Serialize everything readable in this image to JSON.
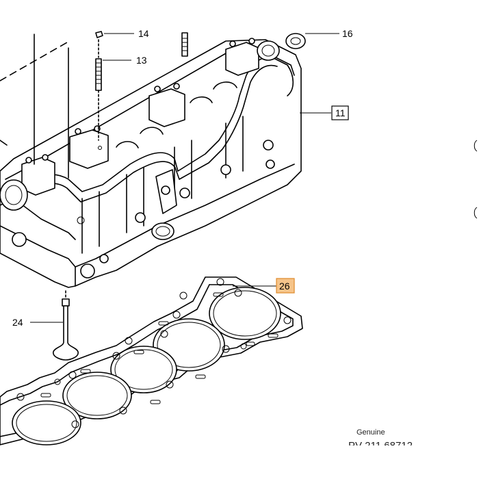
{
  "callouts": {
    "c14": "14",
    "c13": "13",
    "c16": "16",
    "c11": "11",
    "c24": "24",
    "c26": "26"
  },
  "footer": {
    "genuine": "Genuine",
    "part_number": "PV 211 68712"
  },
  "colors": {
    "line": "#000000",
    "highlight_fill": "#f6c48a",
    "highlight_border": "#e08a2a"
  }
}
